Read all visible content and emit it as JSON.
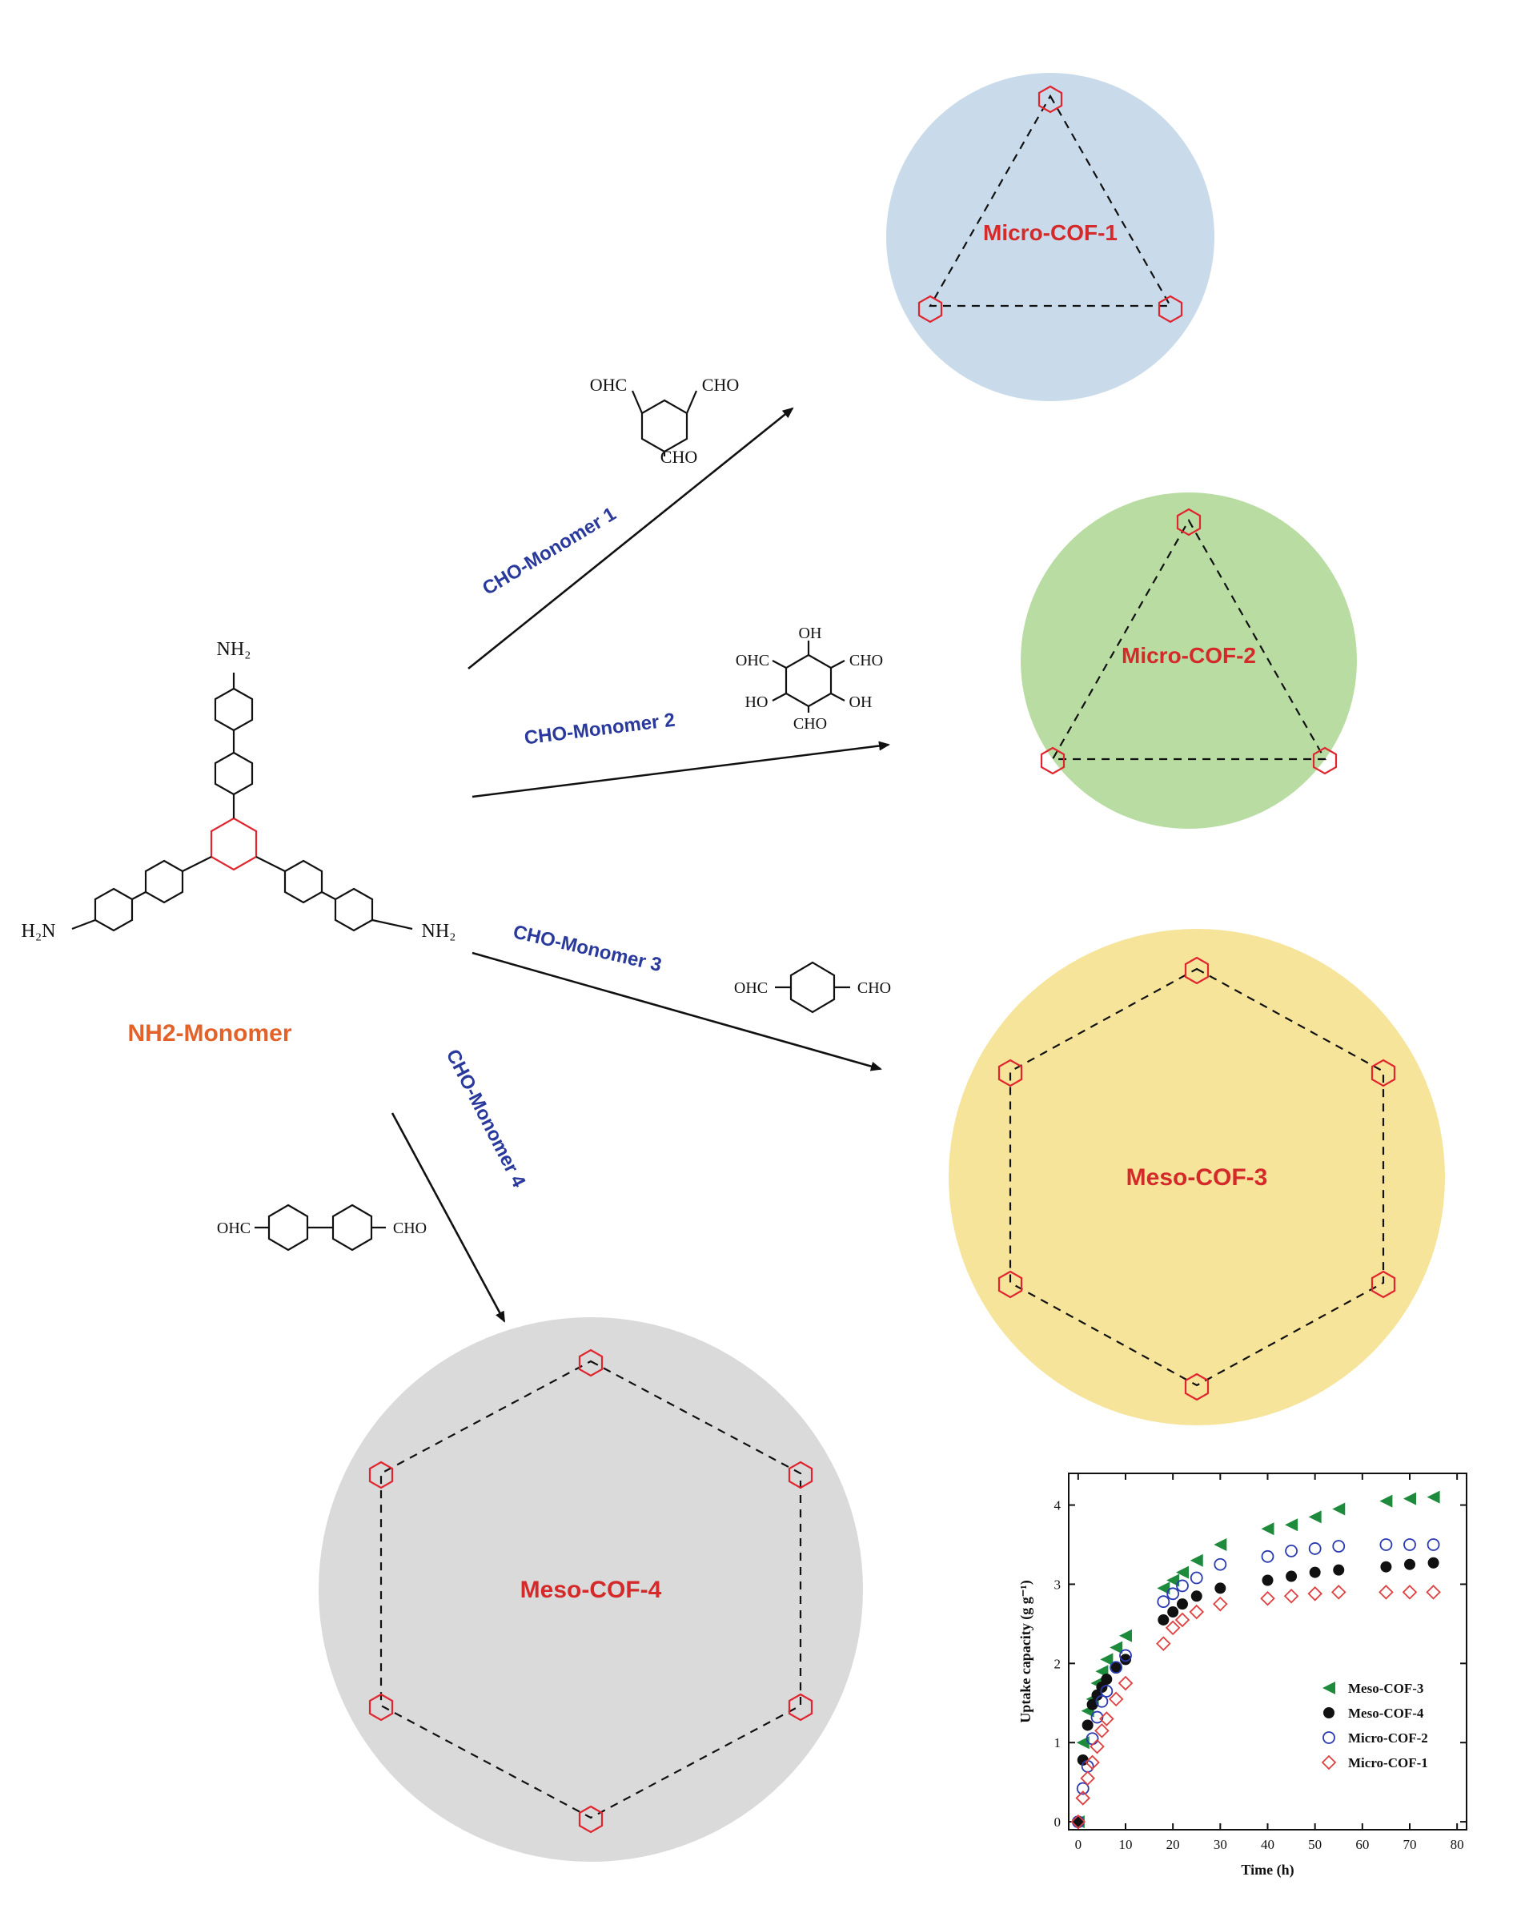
{
  "monomer": {
    "name": "NH2-Monomer",
    "nh2_top": "NH₂",
    "nh2_left": "H₂N",
    "nh2_right": "NH₂"
  },
  "routes": [
    {
      "label": "CHO-Monomer 1",
      "reagent": {
        "sub_a": "OHC",
        "sub_b": "CHO",
        "sub_c": "CHO"
      }
    },
    {
      "label": "CHO-Monomer 2",
      "reagent": {
        "sub_a": "OHC",
        "sub_b": "CHO",
        "sub_c": "CHO",
        "oh_a": "OH",
        "oh_b": "HO",
        "oh_c": "OH"
      }
    },
    {
      "label": "CHO-Monomer 3",
      "reagent": {
        "sub_a": "OHC",
        "sub_b": "CHO"
      }
    },
    {
      "label": "CHO-Monomer 4",
      "reagent": {
        "sub_a": "OHC",
        "sub_b": "CHO"
      }
    }
  ],
  "cofs": [
    {
      "name": "Micro-COF-1",
      "color": "#c9dbea"
    },
    {
      "name": "Micro-COF-2",
      "color": "#b8dca2"
    },
    {
      "name": "Meso-COF-3",
      "color": "#f6e49a"
    },
    {
      "name": "Meso-COF-4",
      "color": "#dadada"
    }
  ],
  "colors": {
    "triazine": "#e0252e",
    "route_label": "#2a3a9c",
    "cof_label": "#d42a2a",
    "monomer_label": "#e2622a"
  },
  "chart_data": {
    "type": "scatter",
    "xlabel": "Time (h)",
    "ylabel": "Uptake capacity (g g⁻¹)",
    "xlim": [
      -2,
      82
    ],
    "ylim": [
      -0.1,
      4.4
    ],
    "xticks": [
      0,
      10,
      20,
      30,
      40,
      50,
      60,
      70,
      80
    ],
    "yticks": [
      0,
      1,
      2,
      3,
      4
    ],
    "legend_position": "lower-right",
    "series": [
      {
        "name": "Meso-COF-3",
        "marker": "left-triangle",
        "color": "#1e8a3c",
        "x": [
          0,
          1,
          2,
          3,
          4,
          5,
          6,
          8,
          10,
          18,
          20,
          22,
          25,
          30,
          40,
          45,
          50,
          55,
          65,
          70,
          75
        ],
        "y": [
          0,
          1.0,
          1.4,
          1.55,
          1.75,
          1.9,
          2.05,
          2.2,
          2.35,
          2.95,
          3.05,
          3.15,
          3.3,
          3.5,
          3.7,
          3.75,
          3.85,
          3.95,
          4.05,
          4.08,
          4.1
        ]
      },
      {
        "name": "Meso-COF-4",
        "marker": "circle-filled",
        "color": "#111111",
        "x": [
          0,
          1,
          2,
          3,
          4,
          5,
          6,
          8,
          10,
          18,
          20,
          22,
          25,
          30,
          40,
          45,
          50,
          55,
          65,
          70,
          75
        ],
        "y": [
          0,
          0.78,
          1.22,
          1.48,
          1.6,
          1.7,
          1.8,
          1.95,
          2.05,
          2.55,
          2.65,
          2.75,
          2.85,
          2.95,
          3.05,
          3.1,
          3.15,
          3.18,
          3.22,
          3.25,
          3.27
        ]
      },
      {
        "name": "Micro-COF-2",
        "marker": "circle-open",
        "color": "#2a3ab0",
        "x": [
          0,
          1,
          2,
          3,
          4,
          5,
          6,
          8,
          10,
          18,
          20,
          22,
          25,
          30,
          40,
          45,
          50,
          55,
          65,
          70,
          75
        ],
        "y": [
          0,
          0.42,
          0.7,
          1.05,
          1.32,
          1.52,
          1.65,
          1.95,
          2.1,
          2.78,
          2.88,
          2.98,
          3.08,
          3.25,
          3.35,
          3.42,
          3.45,
          3.48,
          3.5,
          3.5,
          3.5
        ]
      },
      {
        "name": "Micro-COF-1",
        "marker": "diamond-open",
        "color": "#e04040",
        "x": [
          0,
          1,
          2,
          3,
          4,
          5,
          6,
          8,
          10,
          18,
          20,
          22,
          25,
          30,
          40,
          45,
          50,
          55,
          65,
          70,
          75
        ],
        "y": [
          0,
          0.3,
          0.55,
          0.75,
          0.95,
          1.15,
          1.3,
          1.55,
          1.75,
          2.25,
          2.45,
          2.55,
          2.65,
          2.75,
          2.82,
          2.85,
          2.88,
          2.9,
          2.9,
          2.9,
          2.9
        ]
      }
    ]
  }
}
